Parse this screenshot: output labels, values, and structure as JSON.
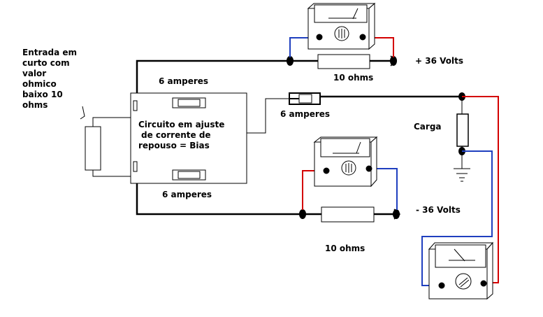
{
  "labels": {
    "input_note": [
      "Entrada em",
      "curto com",
      "valor",
      "ohmico",
      "baixo 10",
      "ohms"
    ],
    "bias_circuit": [
      "Circuito em ajuste",
      "de corrente de",
      "repouso = Bias"
    ],
    "fuse_top": "6 amperes",
    "fuse_bottom": "6 amperes",
    "fuse_right": "6 amperes",
    "plus_supply": "+ 36 Volts",
    "minus_supply": "- 36 Volts",
    "resistor_top": "10 ohms",
    "resistor_bottom": "10 ohms",
    "load": "Carga"
  },
  "colors": {
    "wire": "#000000",
    "positive_lead": "#d40000",
    "negative_lead": "#1f3fbf"
  }
}
